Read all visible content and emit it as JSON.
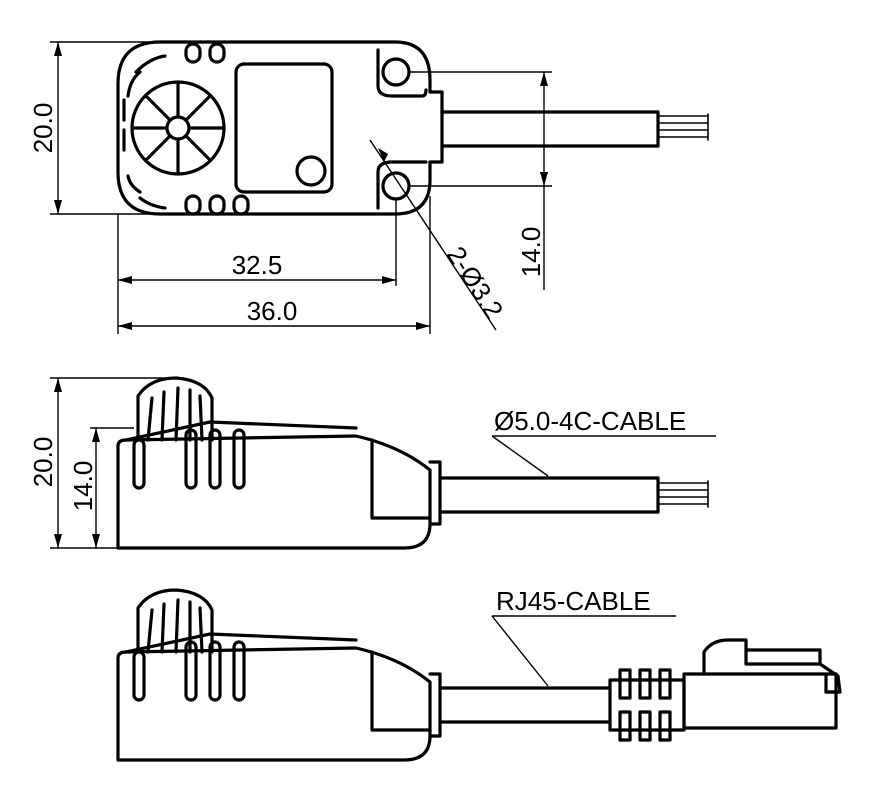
{
  "dimensions": {
    "top_height": "20.0",
    "hole_pitch": "14.0",
    "width_inner": "32.5",
    "width_total": "36.0",
    "hole_spec": "2-Ø3.2",
    "side_height": "20.0",
    "side_body_height": "14.0"
  },
  "callouts": {
    "cable_4c": "Ø5.0-4C-CABLE",
    "cable_rj45": "RJ45-CABLE"
  }
}
